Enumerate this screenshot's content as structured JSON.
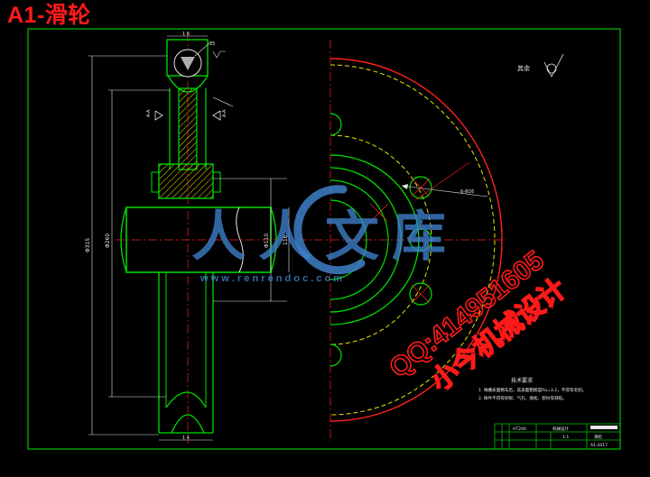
{
  "title": "A1-滑轮",
  "dimensions": {
    "hub_width": "1 6",
    "groove_dim": "25",
    "section_left": "A-A",
    "section_right": "A-A",
    "dia_outer": "Φ315",
    "dia_tread": "Φ260",
    "bore": "Φ110",
    "bore_right": "116",
    "base_width": "1 4",
    "hole_callout": "6-Φ26"
  },
  "surface_note": "其余",
  "tech_req": {
    "heading": "技术要求",
    "line1": "1. 绳槽表面精车后，其表面粗糙度Ra=3.2，不得有毛刺。",
    "line2": "2. 铸件不得有砂眼、气孔、缩松、裂纹等缺陷。"
  },
  "title_block": {
    "drawing_name": "滑轮",
    "material": "HT200",
    "sheet_code": "A1-2017",
    "scale": "1:1",
    "company": "机械设计"
  },
  "watermark": {
    "brand": "人人文库",
    "url": "w w w . r e n r e n d o c . c o m"
  },
  "qq": {
    "line1": "QQ:414951605",
    "line2": "小今机械设计"
  },
  "colors": {
    "frame": "#00c000",
    "part": "#00e000",
    "dimension": "#e8e8e8",
    "centerline": "#ff2020",
    "aux": "#e8e800",
    "magenta": "#ff00ff",
    "title": "#ff1a1a",
    "watermark": "#3e7fc8"
  }
}
